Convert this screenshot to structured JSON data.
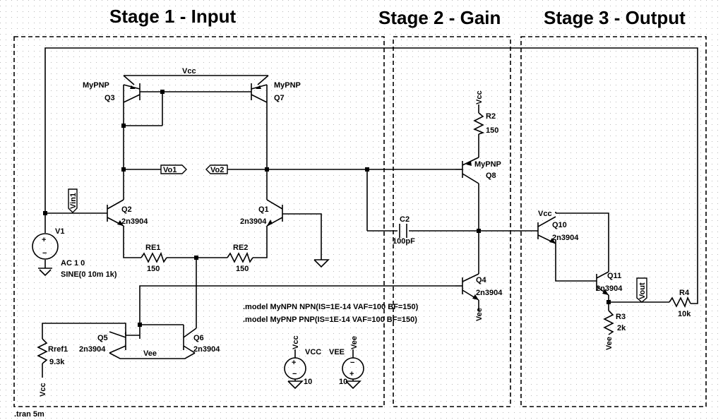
{
  "stages": {
    "stage1": "Stage 1 - Input",
    "stage2": "Stage 2 - Gain",
    "stage3": "Stage 3 - Output"
  },
  "components": {
    "q3_model": "MyPNP",
    "q3_name": "Q3",
    "q7_model": "MyPNP",
    "q7_name": "Q7",
    "q2_name": "Q2",
    "q2_model": "2n3904",
    "q1_name": "Q1",
    "q1_model": "2n3904",
    "q5_name": "Q5",
    "q5_model": "2n3904",
    "q6_name": "Q6",
    "q6_model": "2n3904",
    "q8_model": "MyPNP",
    "q8_name": "Q8",
    "q4_name": "Q4",
    "q4_model": "2n3904",
    "q10_name": "Q10",
    "q10_model": "2n3904",
    "q11_name": "Q11",
    "q11_model": "2n3904",
    "re1_name": "RE1",
    "re1_value": "150",
    "re2_name": "RE2",
    "re2_value": "150",
    "r2_name": "R2",
    "r2_value": "150",
    "r3_name": "R3",
    "r3_value": "2k",
    "r4_name": "R4",
    "r4_value": "10k",
    "rref1_name": "Rref1",
    "rref1_value": "9.3k",
    "c2_name": "C2",
    "c2_value": "100pF",
    "v1_name": "V1",
    "v1_ac": "AC 1 0",
    "v1_sine": "SINE(0 10m 1k)",
    "vcc_name": "VCC",
    "vcc_value": "10",
    "vee_name": "VEE",
    "vee_value": "10"
  },
  "nets": {
    "vcc_top": "Vcc",
    "vee_mirror": "Vee",
    "vcc_r2": "Vcc",
    "vcc_q10": "Vcc",
    "vee_q4": "Vee",
    "vee_r3": "Vee",
    "vcc_rref": "Vcc",
    "vcc_src": "Vcc",
    "vee_src": "Vee",
    "vo1": "Vo1",
    "vo2": "Vo2",
    "vin1": "Vin1",
    "vout": "Vout"
  },
  "directives": {
    "npn_model": ".model MyNPN NPN(IS=1E-14 VAF=100 BF=150)",
    "pnp_model": ".model MyPNP PNP(IS=1E-14 VAF=100 BF=150)",
    "tran": ".tran 5m"
  }
}
